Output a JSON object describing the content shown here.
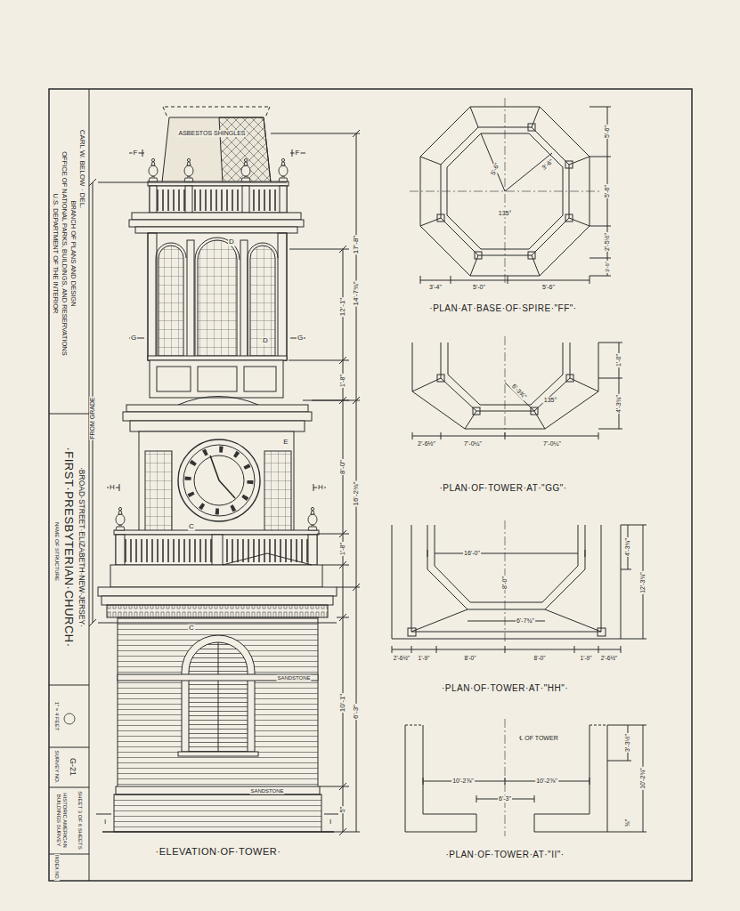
{
  "diagram": {
    "title": "·FIRST·PRESBYTERIAN·CHURCH·",
    "labels": [
      "U.S. DEPARTMENT OF THE INTERIOR",
      "OFFICE OF NATIONAL PARKS, BUILDINGS, AND RESERVATIONS",
      "BRANCH OF PLANS AND DESIGN",
      "CARL W. BELOW · DEL.",
      "NAME OF STRUCTURE",
      "·BROAD·STREET·ELIZABETH·NEW·JERSEY·",
      "1\" = 4 FEET",
      "SURVEY NO.",
      "G-21",
      "HISTORIC AMERICAN BUILDINGS SURVEY",
      "SHEET 3 OF 6 SHEETS",
      "INDEX NO.",
      "ASBESTOS SHINGLES",
      "F",
      "F",
      "D",
      "G",
      "D",
      "G",
      "E",
      "H",
      "H",
      "C",
      "C",
      "I",
      "I",
      "SANDSTONE",
      "SANDSTONE",
      "FROM GRADE",
      "17'-8\"",
      "12'-1\"",
      "1'-8\"",
      "16'-2¾\"",
      "8'-0\"",
      "1'-8\"",
      "6'-3\"",
      "14'-7¾\"",
      "10'-1\"",
      "5\"",
      "·ELEVATION·OF·TOWER·",
      "5'-6\"",
      "3'-6\"",
      "135°",
      "5'-6\"",
      "5'-6\"",
      "2'-5½\"",
      "3'-6\"",
      "3'-4\"",
      "5'-0\"",
      "5'-6\"",
      "·PLAN·AT·BASE·OF·SPIRE·\"FF\"·",
      "6'-3¾\"",
      "135°",
      "1'-0\"",
      "4'-3¾\"",
      "2'-6½\"",
      "7'-0¼\"",
      "7'-0¼\"",
      "·PLAN·OF·TOWER·AT·\"GG\"·",
      "16'-0\"",
      "8'-0\"",
      "4'-3¾\"",
      "12'-3¾\"",
      "6'-7¾\"",
      "2'-6½\"",
      "1'-9\"",
      "8'-0\"",
      "8'-0\"",
      "1'-9\"",
      "2'-6½\"",
      "·PLAN·OF·TOWER·AT·\"HH\"·",
      "℄ OF TOWER",
      "10'-2⅞\"",
      "10'-2⅞\"",
      "6'-3\"",
      "3'-3½\"",
      "10'-2¾\"",
      "⅜\"",
      "·PLAN·OF·TOWER·AT·\"II\"·"
    ]
  }
}
